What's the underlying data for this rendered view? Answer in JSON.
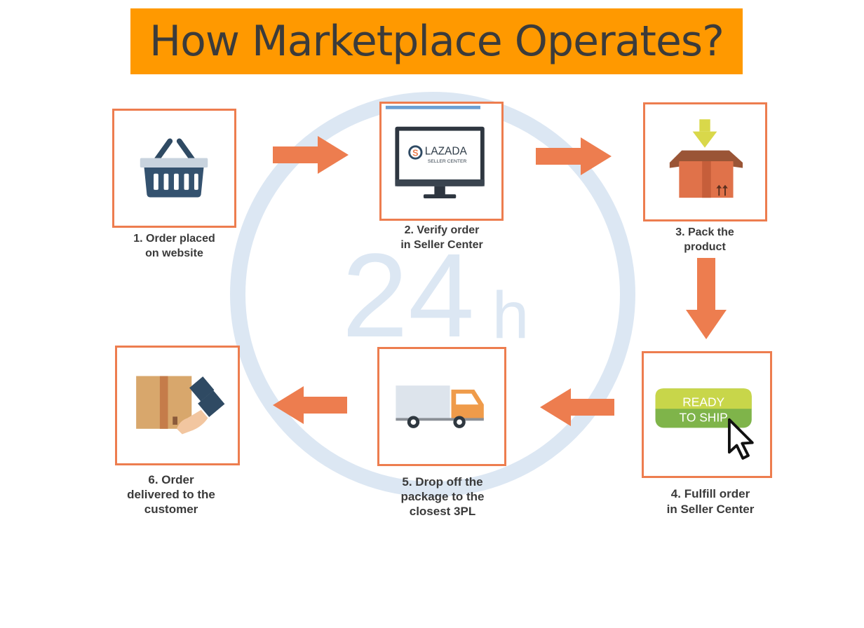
{
  "title": "How Marketplace Operates?",
  "center_text": {
    "number": "24",
    "unit": "h"
  },
  "steps": [
    {
      "line1": "1. Order placed",
      "line2": "on website",
      "icon": "basket-icon"
    },
    {
      "line1": "2. Verify order",
      "line2": "in Seller Center",
      "icon": "monitor-icon"
    },
    {
      "line1": "3. Pack the",
      "line2": "product",
      "icon": "box-icon"
    },
    {
      "line1": "4. Fulfill order",
      "line2": "in Seller Center",
      "icon": "ready-to-ship-icon"
    },
    {
      "line1": "5. Drop off the",
      "line2": "package to the",
      "line3": "closest 3PL",
      "icon": "truck-icon"
    },
    {
      "line1": "6. Order",
      "line2": "delivered to the",
      "line3": "customer",
      "icon": "package-handover-icon"
    }
  ],
  "screen": {
    "brand": "LAZADA",
    "sub": "SELLER CENTER",
    "logo_letter": "S"
  },
  "button": {
    "line1": "READY",
    "line2": "TO SHIP"
  },
  "colors": {
    "accent": "#ed7d4f",
    "title_bg": "#ff9900",
    "clock": "#dce7f3",
    "text": "#3a3a3a"
  }
}
